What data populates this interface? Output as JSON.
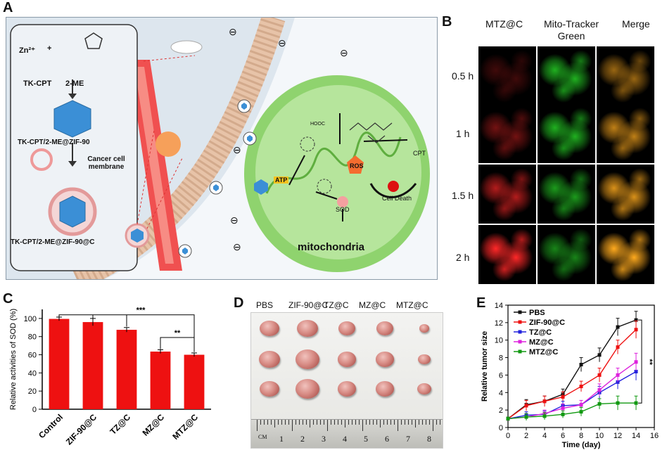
{
  "panels": {
    "a": "A",
    "b": "B",
    "c": "C",
    "d": "D",
    "e": "E"
  },
  "panelA": {
    "zn": "Zn²⁺",
    "plus": "+",
    "tkcpt": "TK-CPT",
    "me2": "2-ME",
    "composite1": "TK-CPT/2-ME@ZIF-90",
    "membrane": "Cancer cell membrane",
    "composite2": "TK-CPT/2-ME@ZIF-90@C",
    "atp": "ATP",
    "ros": "ROS",
    "sod": "SOD",
    "cpt": "CPT",
    "celldeath": "Cell Death",
    "mito": "mitochondria",
    "hooc": "HOOC",
    "minus": "⊖"
  },
  "panelB": {
    "columns": [
      "MTZ@C",
      "Mito-Tracker\nGreen",
      "Merge"
    ],
    "rows": [
      "0.5 h",
      "1 h",
      "1.5 h",
      "2 h"
    ]
  },
  "panelD": {
    "groups": [
      "PBS",
      "ZIF-90@C",
      "TZ@C",
      "MZ@C",
      "MTZ@C"
    ],
    "ruler_labels": [
      "CM",
      "1",
      "2",
      "3",
      "4",
      "5",
      "6",
      "7",
      "8"
    ]
  },
  "chart_data": [
    {
      "type": "bar",
      "panel": "C",
      "categories": [
        "Control",
        "ZIF-90@C",
        "TZ@C",
        "MZ@C",
        "MTZ@C"
      ],
      "values": [
        99.5,
        96,
        87.5,
        63.5,
        60
      ],
      "errors": [
        2,
        4,
        2.5,
        2,
        2
      ],
      "ylabel": "Relative activities of SOD (%)",
      "ylim": [
        0,
        110
      ],
      "yticks": [
        0,
        20,
        40,
        60,
        80,
        100
      ],
      "significance": [
        "***",
        "**"
      ],
      "color": "#ee1111"
    },
    {
      "type": "line",
      "panel": "E",
      "xlabel": "Time (day)",
      "ylabel": "Relative tumor size",
      "xlim": [
        0,
        16
      ],
      "ylim": [
        0,
        14
      ],
      "xticks": [
        0,
        2,
        4,
        6,
        8,
        10,
        12,
        14,
        16
      ],
      "yticks": [
        0,
        2,
        4,
        6,
        8,
        10,
        12,
        14
      ],
      "x": [
        0,
        2,
        4,
        6,
        8,
        10,
        12,
        14
      ],
      "series": [
        {
          "name": "PBS",
          "color": "#111111",
          "values": [
            1,
            2.6,
            3.0,
            3.8,
            7.2,
            8.3,
            11.5,
            12.3
          ],
          "err": [
            0.2,
            0.6,
            0.6,
            0.6,
            0.8,
            0.8,
            1.0,
            1.0
          ]
        },
        {
          "name": "ZIF-90@C",
          "color": "#ee1111",
          "values": [
            1,
            2.5,
            3.0,
            3.5,
            4.7,
            6.0,
            9.2,
            11.2
          ],
          "err": [
            0.2,
            0.6,
            0.6,
            0.6,
            0.6,
            0.8,
            0.8,
            1.0
          ]
        },
        {
          "name": "TZ@C",
          "color": "#2222dd",
          "values": [
            1,
            1.4,
            1.5,
            2.5,
            2.6,
            4.0,
            5.2,
            6.4
          ],
          "err": [
            0.2,
            0.4,
            0.4,
            0.5,
            0.5,
            0.7,
            0.8,
            1.0
          ]
        },
        {
          "name": "MZ@C",
          "color": "#dd22dd",
          "values": [
            1,
            1.2,
            1.6,
            2.2,
            2.6,
            4.3,
            6.0,
            7.5
          ],
          "err": [
            0.2,
            0.4,
            0.4,
            0.5,
            0.5,
            0.7,
            0.8,
            1.0
          ]
        },
        {
          "name": "MTZ@C",
          "color": "#119911",
          "values": [
            1,
            1.2,
            1.3,
            1.5,
            1.8,
            2.7,
            2.8,
            2.8
          ],
          "err": [
            0.2,
            0.4,
            0.4,
            0.4,
            0.5,
            0.6,
            0.8,
            0.8
          ]
        }
      ],
      "significance": "**"
    }
  ]
}
